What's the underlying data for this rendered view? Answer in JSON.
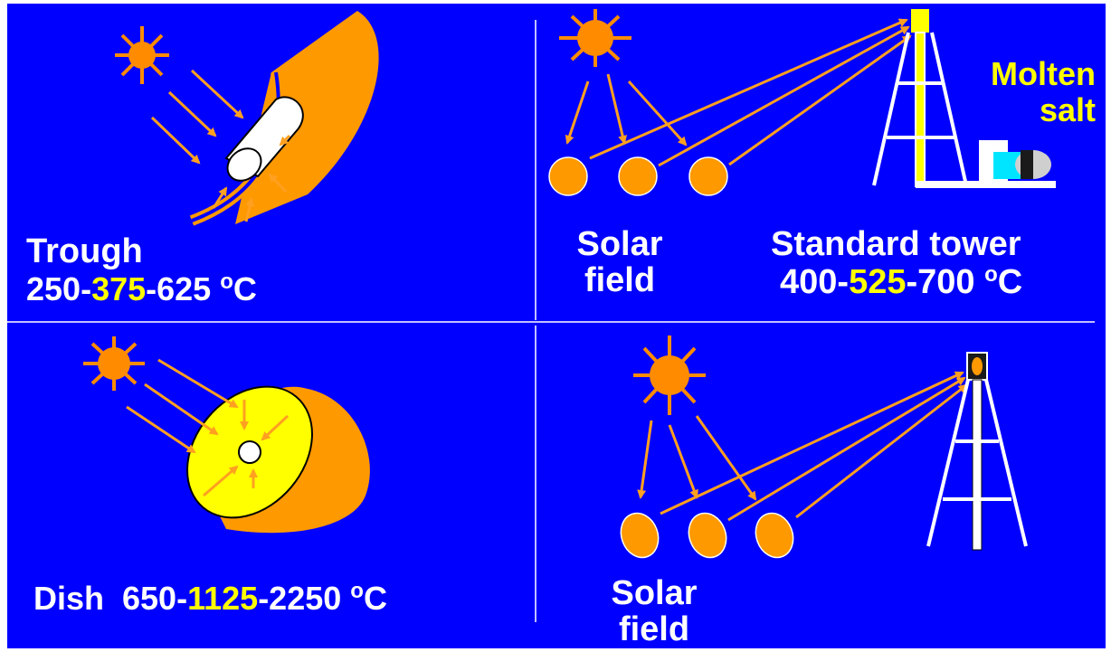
{
  "colors": {
    "background": "#0000ff",
    "sun": "#ff8c00",
    "rays": "#ffa020",
    "mirror": "#ff9900",
    "receiver": "#ffffff",
    "highlight": "#ffff00",
    "storage": "#00e5ff",
    "divider": "#ffffff"
  },
  "panels": {
    "trough": {
      "name": "Trough",
      "temp_low": "250-",
      "temp_mid": "375",
      "temp_high": "-625 ",
      "unit_sup": "o",
      "unit": "C"
    },
    "tower": {
      "field_label_1": "Solar",
      "field_label_2": "field",
      "name": "Standard tower",
      "temp_low": "400-",
      "temp_mid": "525",
      "temp_high": "-700 ",
      "unit_sup": "o",
      "unit": "C",
      "storage_label_1": "Molten",
      "storage_label_2": "salt"
    },
    "dish": {
      "name": "Dish  ",
      "temp_low": "650-",
      "temp_mid": "1125",
      "temp_high": "-2250 ",
      "unit_sup": "o",
      "unit": "C"
    },
    "tower2": {
      "field_label_1": "Solar",
      "field_label_2": "field"
    }
  },
  "icons": [
    "sun-icon",
    "trough-collector-icon",
    "receiver-tube-icon",
    "heliostat-icon",
    "tower-icon",
    "storage-tank-icon",
    "dish-collector-icon"
  ]
}
